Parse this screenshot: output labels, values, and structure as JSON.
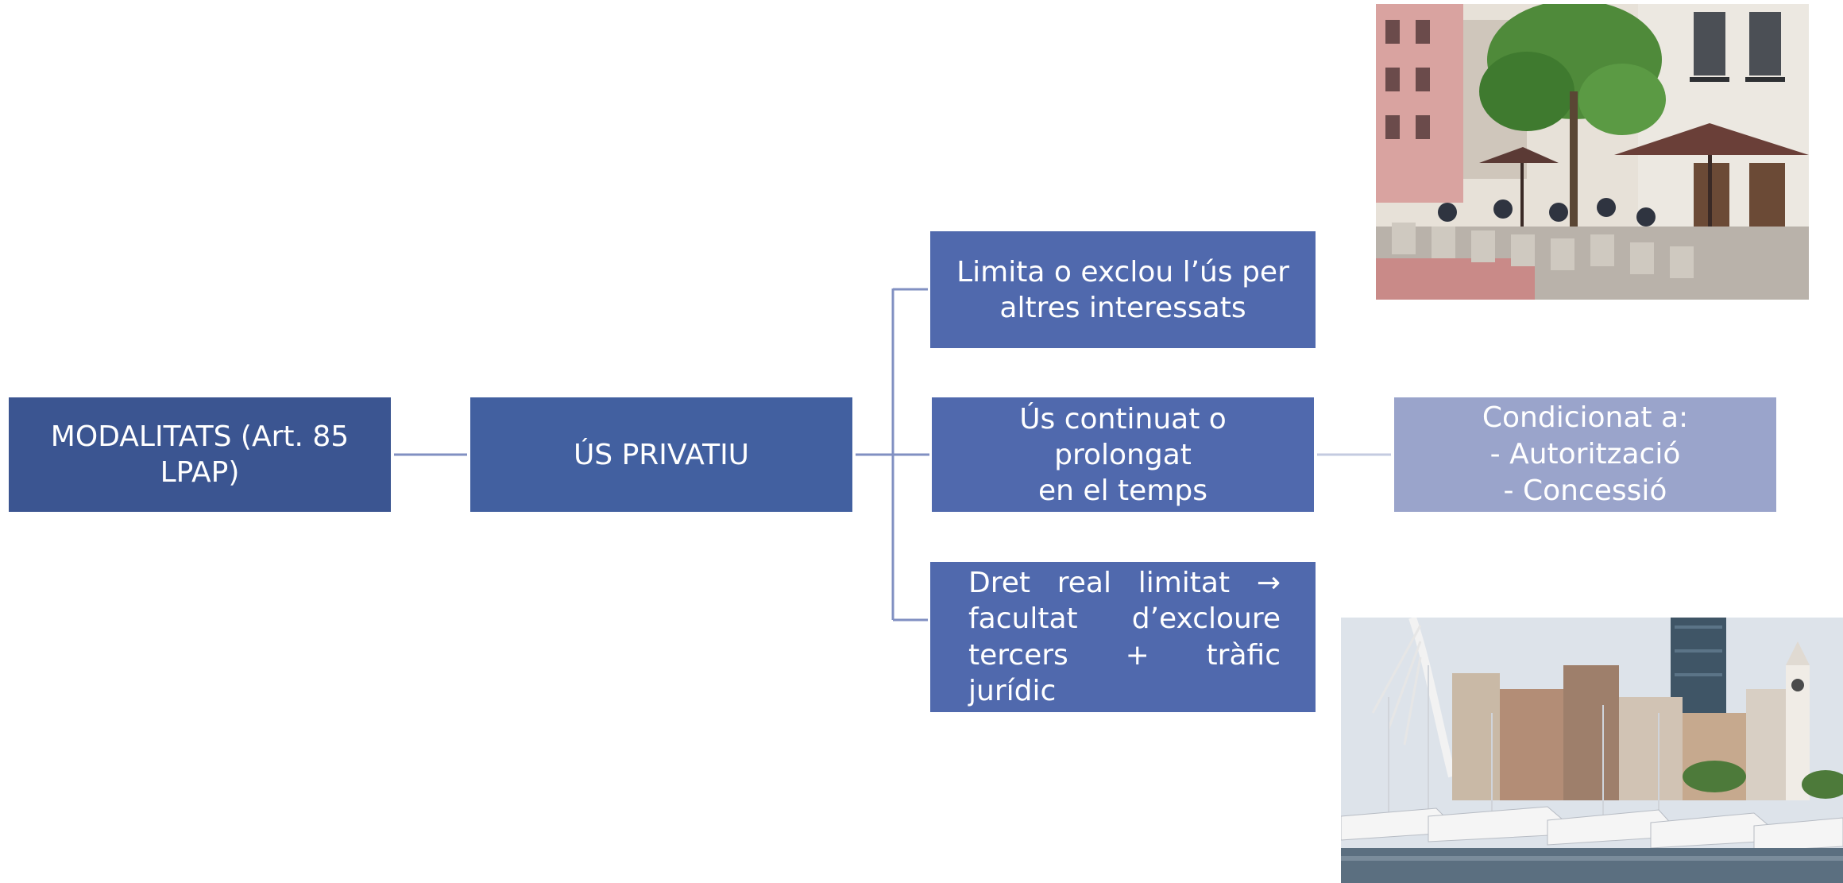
{
  "diagram": {
    "root": {
      "lines": [
        "MODALITATS (Art. 85",
        "LPAP)"
      ]
    },
    "level1": {
      "lines": [
        "ÚS PRIVATIU"
      ]
    },
    "children": [
      {
        "lines": [
          "Limita o exclou l’ús per",
          "altres interessats"
        ]
      },
      {
        "lines": [
          "Ús continuat o prolongat",
          "en el temps"
        ]
      },
      {
        "text": "Dret real limitat → facultat d’excloure tercers + tràfic jurídic"
      }
    ],
    "condition": {
      "lines": [
        "Condicionat a:",
        "- Autorització",
        "- Concessió"
      ]
    }
  },
  "images": [
    {
      "name": "street-terrace-photo"
    },
    {
      "name": "marina-port-photo"
    }
  ],
  "colors": {
    "root_box": "#3b5591",
    "level1_box": "#4260a0",
    "child_box": "#5069ad",
    "condition_box": "#9aa4cb",
    "connector": "#8190c2",
    "connector_light": "#c4cbe0"
  }
}
